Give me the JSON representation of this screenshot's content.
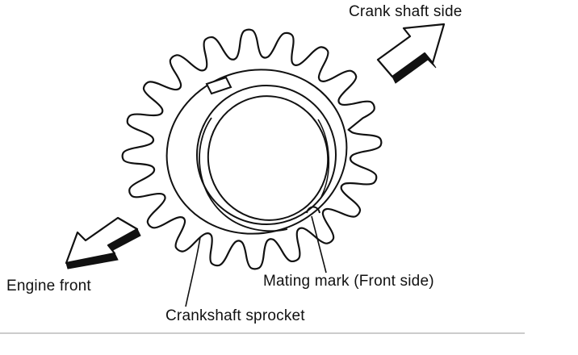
{
  "labels": {
    "crankshaft_side": "Crank shaft  side",
    "engine_front": "Engine front",
    "mating_mark": "Mating mark (Front side)",
    "sprocket": "Crankshaft sprocket"
  },
  "colors": {
    "line": "#111111",
    "background": "#ffffff",
    "divider": "#999999"
  },
  "icons": {
    "crankshaft_side_arrow": "arrow-up-right-icon",
    "engine_front_arrow": "arrow-down-left-icon"
  },
  "sprocket": {
    "teeth": 20
  }
}
